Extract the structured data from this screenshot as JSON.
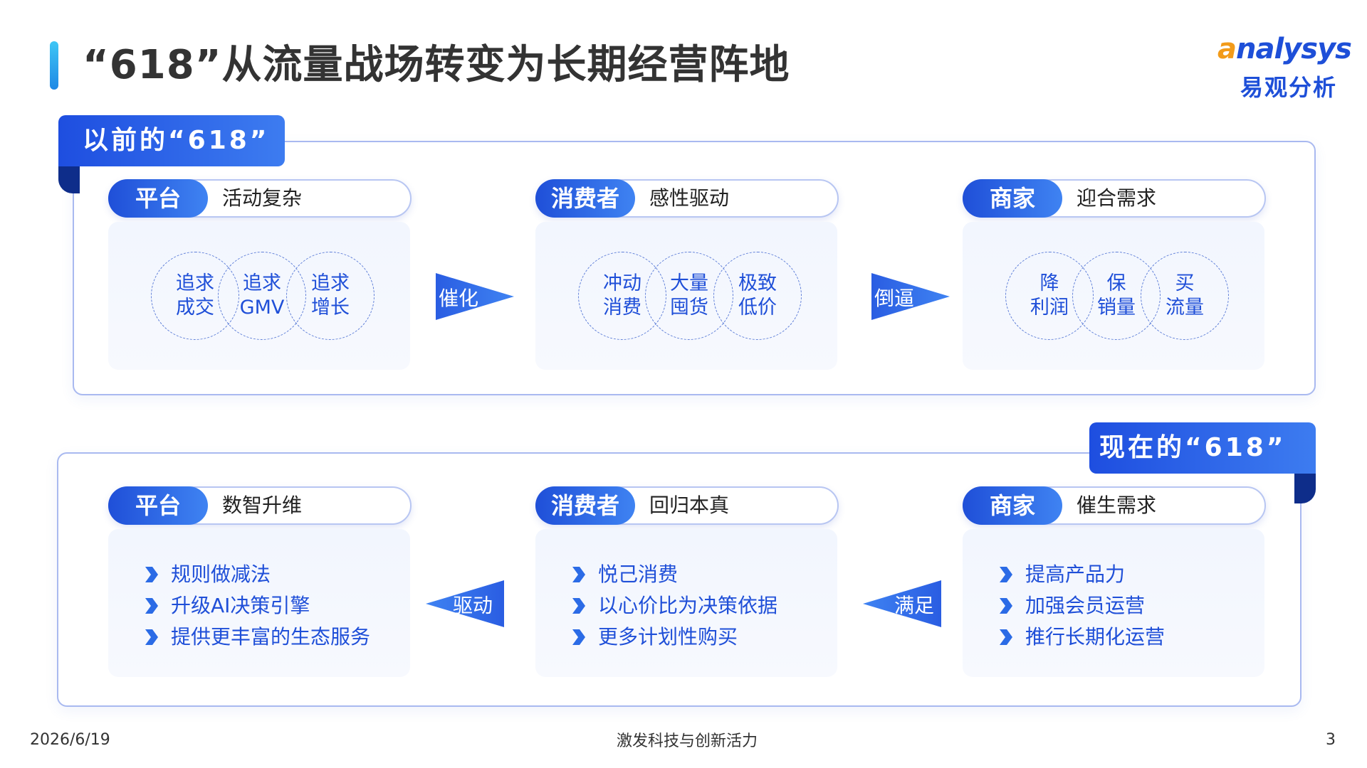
{
  "title": "“618”从流量战场转变为长期经营阵地",
  "logo": {
    "en_prefix": "a",
    "en_rest": "nalysys",
    "cn": "易观分析"
  },
  "before": {
    "tab": "以前的“618”",
    "groups": [
      {
        "tag": "平台",
        "label": "活动复杂",
        "circles": [
          [
            "追求",
            "成交"
          ],
          [
            "追求",
            "GMV"
          ],
          [
            "追求",
            "增长"
          ]
        ]
      },
      {
        "tag": "消费者",
        "label": "感性驱动",
        "circles": [
          [
            "冲动",
            "消费"
          ],
          [
            "大量",
            "囤货"
          ],
          [
            "极致",
            "低价"
          ]
        ]
      },
      {
        "tag": "商家",
        "label": "迎合需求",
        "circles": [
          [
            "降",
            "利润"
          ],
          [
            "保",
            "销量"
          ],
          [
            "买",
            "流量"
          ]
        ]
      }
    ],
    "arrows": [
      "催化",
      "倒逼"
    ]
  },
  "now": {
    "tab": "现在的“618”",
    "groups": [
      {
        "tag": "平台",
        "label": "数智升维",
        "items": [
          "规则做减法",
          "升级AI决策引擎",
          "提供更丰富的生态服务"
        ]
      },
      {
        "tag": "消费者",
        "label": "回归本真",
        "items": [
          "悦己消费",
          "以心价比为决策依据",
          "更多计划性购买"
        ]
      },
      {
        "tag": "商家",
        "label": "催生需求",
        "items": [
          "提高产品力",
          "加强会员运营",
          "推行长期化运营"
        ]
      }
    ],
    "arrows": [
      "驱动",
      "满足"
    ]
  },
  "footer": {
    "date": "2026/6/19",
    "center": "激发科技与创新活力",
    "page": "3"
  },
  "colors": {
    "primary": "#1f4fd8",
    "accent": "#3f83f2",
    "dark": "#0e2d8a",
    "logo_orange": "#f29b1a"
  }
}
